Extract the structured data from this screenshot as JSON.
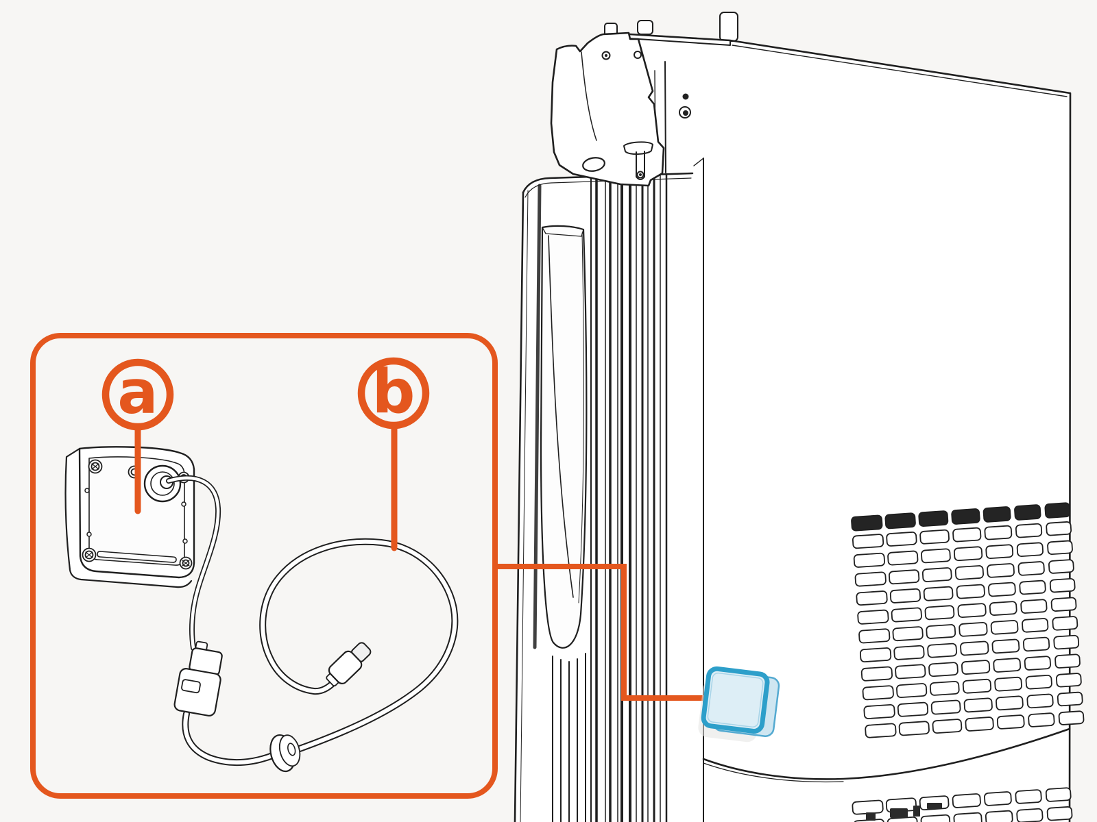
{
  "illustration": {
    "type": "hardware-installation-diagram",
    "background": "#f7f6f4",
    "colors": {
      "line": "#1f1f1f",
      "accent_orange": "#e4571e",
      "highlight_blue_stroke": "#2d9fca",
      "highlight_blue_fill": "#ddeef6",
      "vent_dark": "#242424"
    },
    "callouts": {
      "a": {
        "label": "a",
        "part": "mount-plate"
      },
      "b": {
        "label": "b",
        "part": "usb-c-cable"
      }
    },
    "highlight": {
      "name": "mount-location-highlight"
    }
  }
}
